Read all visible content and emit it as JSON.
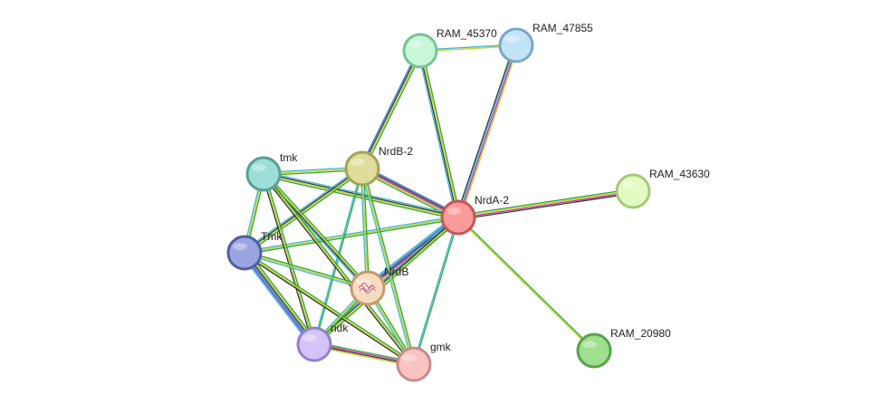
{
  "network": {
    "nodes": [
      {
        "id": "RAM_45370",
        "label": "RAM_45370",
        "fill": "#c6f7d8",
        "stroke": "#77c494"
      },
      {
        "id": "RAM_47855",
        "label": "RAM_47855",
        "fill": "#c3e3f7",
        "stroke": "#78a9c6"
      },
      {
        "id": "RAM_43630",
        "label": "RAM_43630",
        "fill": "#e3fbc2",
        "stroke": "#a8c77c"
      },
      {
        "id": "RAM_20980",
        "label": "RAM_20980",
        "fill": "#9fdf90",
        "stroke": "#5aa24c"
      },
      {
        "id": "NrdA-2",
        "label": "NrdA-2",
        "fill": "#fb9a9a",
        "stroke": "#c25757"
      },
      {
        "id": "NrdB-2",
        "label": "NrdB-2",
        "fill": "#dedd99",
        "stroke": "#a4a35a"
      },
      {
        "id": "tmk",
        "label": "tmk",
        "fill": "#9bdfd6",
        "stroke": "#57a095"
      },
      {
        "id": "Tmk",
        "label": "Tmk",
        "fill": "#9aa4e0",
        "stroke": "#525ea0"
      },
      {
        "id": "NrdB",
        "label": "NrdB",
        "fill": "#f8dcc0",
        "stroke": "#c49a73",
        "icon": "protein-structure-icon"
      },
      {
        "id": "ndk",
        "label": "ndk",
        "fill": "#d3c3f7",
        "stroke": "#9480c7"
      },
      {
        "id": "gmk",
        "label": "gmk",
        "fill": "#f7c3c3",
        "stroke": "#c98a8a"
      }
    ],
    "evidence_colors": {
      "green": "#2aa834",
      "yellow": "#c9d12a",
      "blue": "#2d7ad6",
      "cyan": "#3bb6d4",
      "magenta": "#cc2ba1",
      "black": "#333333",
      "purple": "#5b4fc7"
    },
    "edges": [
      {
        "source": "RAM_45370",
        "target": "RAM_47855",
        "evidence": [
          "cyan",
          "yellow"
        ]
      },
      {
        "source": "RAM_45370",
        "target": "NrdA-2",
        "evidence": [
          "green",
          "yellow",
          "black",
          "cyan"
        ]
      },
      {
        "source": "RAM_45370",
        "target": "NrdB-2",
        "evidence": [
          "green",
          "yellow",
          "black",
          "blue"
        ]
      },
      {
        "source": "RAM_47855",
        "target": "NrdA-2",
        "evidence": [
          "yellow",
          "magenta",
          "cyan",
          "black"
        ]
      },
      {
        "source": "NrdA-2",
        "target": "RAM_43630",
        "evidence": [
          "green",
          "yellow",
          "magenta",
          "black"
        ]
      },
      {
        "source": "NrdA-2",
        "target": "RAM_20980",
        "evidence": [
          "green",
          "yellow"
        ]
      },
      {
        "source": "NrdA-2",
        "target": "NrdB-2",
        "evidence": [
          "green",
          "yellow",
          "magenta",
          "black",
          "blue"
        ]
      },
      {
        "source": "NrdA-2",
        "target": "tmk",
        "evidence": [
          "green",
          "yellow",
          "black",
          "cyan"
        ]
      },
      {
        "source": "NrdA-2",
        "target": "Tmk",
        "evidence": [
          "green",
          "yellow",
          "cyan"
        ]
      },
      {
        "source": "NrdA-2",
        "target": "NrdB",
        "evidence": [
          "green",
          "yellow",
          "magenta",
          "black",
          "blue",
          "cyan"
        ]
      },
      {
        "source": "NrdA-2",
        "target": "ndk",
        "evidence": [
          "green",
          "yellow",
          "black",
          "cyan"
        ]
      },
      {
        "source": "NrdA-2",
        "target": "gmk",
        "evidence": [
          "green",
          "cyan"
        ]
      },
      {
        "source": "NrdB-2",
        "target": "tmk",
        "evidence": [
          "green",
          "yellow",
          "cyan"
        ]
      },
      {
        "source": "NrdB-2",
        "target": "Tmk",
        "evidence": [
          "green",
          "yellow",
          "black",
          "cyan"
        ]
      },
      {
        "source": "NrdB-2",
        "target": "NrdB",
        "evidence": [
          "green",
          "yellow",
          "cyan"
        ]
      },
      {
        "source": "NrdB-2",
        "target": "ndk",
        "evidence": [
          "green",
          "cyan"
        ]
      },
      {
        "source": "NrdB-2",
        "target": "gmk",
        "evidence": [
          "green",
          "yellow",
          "cyan"
        ]
      },
      {
        "source": "tmk",
        "target": "Tmk",
        "evidence": [
          "green",
          "yellow",
          "cyan"
        ]
      },
      {
        "source": "tmk",
        "target": "NrdB",
        "evidence": [
          "green",
          "yellow",
          "black",
          "cyan"
        ]
      },
      {
        "source": "tmk",
        "target": "ndk",
        "evidence": [
          "green",
          "yellow",
          "black"
        ]
      },
      {
        "source": "tmk",
        "target": "gmk",
        "evidence": [
          "green",
          "yellow",
          "black"
        ]
      },
      {
        "source": "Tmk",
        "target": "NrdB",
        "evidence": [
          "green",
          "yellow",
          "cyan"
        ]
      },
      {
        "source": "Tmk",
        "target": "ndk",
        "evidence": [
          "green",
          "yellow",
          "black",
          "blue",
          "purple",
          "cyan"
        ]
      },
      {
        "source": "Tmk",
        "target": "gmk",
        "evidence": [
          "green",
          "yellow",
          "black"
        ]
      },
      {
        "source": "NrdB",
        "target": "ndk",
        "evidence": [
          "green",
          "yellow",
          "cyan"
        ]
      },
      {
        "source": "NrdB",
        "target": "gmk",
        "evidence": [
          "green",
          "yellow",
          "cyan"
        ]
      },
      {
        "source": "ndk",
        "target": "gmk",
        "evidence": [
          "green",
          "magenta",
          "black",
          "yellow"
        ]
      }
    ]
  }
}
